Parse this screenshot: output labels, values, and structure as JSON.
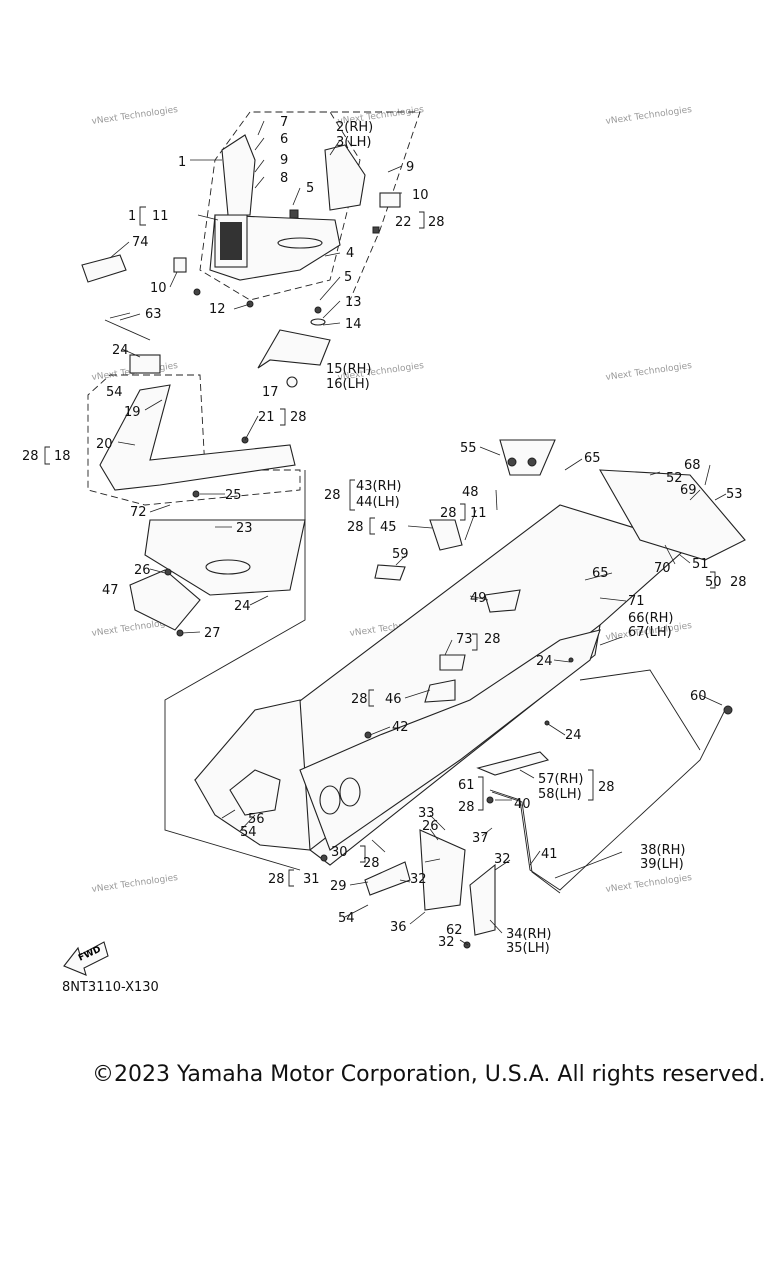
{
  "diagram": {
    "drawing_code": "8NT3110-X130",
    "copyright": "©2023 Yamaha Motor Corporation, U.S.A. All rights reserved.",
    "fwd_label": "FWD",
    "watermark": "vNext Technologies",
    "callouts": {
      "c1": "1",
      "c2rh": "2(RH)",
      "c3lh": "3(LH)",
      "c4": "4",
      "c5a": "5",
      "c5b": "5",
      "c6": "6",
      "c7": "7",
      "c8": "8",
      "c9a": "9",
      "c9b": "9",
      "c10a": "10",
      "c10b": "10",
      "c1_11a": "1",
      "c1_11b": "11",
      "c12": "12",
      "c13": "13",
      "c14": "14",
      "c15rh": "15(RH)",
      "c16lh": "16(LH)",
      "c17": "17",
      "c19": "19",
      "c20": "20",
      "c21": "21",
      "c21_28": "28",
      "c22": "22",
      "c22_28": "28",
      "c23": "23",
      "c24a": "24",
      "c24b": "24",
      "c24c": "24",
      "c24d": "24",
      "c25": "25",
      "c26a": "26",
      "c26b": "26",
      "c27": "27",
      "c28_18a": "28",
      "c28_18b": "18",
      "c28_43": "28",
      "c43rh": "43(RH)",
      "c44lh": "44(LH)",
      "c28_45": "28",
      "c45": "45",
      "c28_11": "28",
      "c11_b": "11",
      "c28_46": "28",
      "c46": "46",
      "c28_31": "28",
      "c31": "31",
      "c29": "29",
      "c30": "30",
      "c30_28": "28",
      "c32a": "32",
      "c32b": "32",
      "c32c": "32",
      "c33": "33",
      "c34rh": "34(RH)",
      "c35lh": "35(LH)",
      "c36": "36",
      "c37": "37",
      "c38rh": "38(RH)",
      "c39lh": "39(LH)",
      "c40": "40",
      "c41": "41",
      "c42": "42",
      "c47": "47",
      "c48": "48",
      "c49": "49",
      "c50": "50",
      "c50_28": "28",
      "c51": "51",
      "c52": "52",
      "c53": "53",
      "c54a": "54",
      "c54b": "54",
      "c54c": "54",
      "c55": "55",
      "c56": "56",
      "c57rh": "57(RH)",
      "c58lh": "58(LH)",
      "c57_28": "28",
      "c59": "59",
      "c60": "60",
      "c61": "61",
      "c61_28": "28",
      "c62": "62",
      "c63": "63",
      "c65a": "65",
      "c65b": "65",
      "c66rh": "66(RH)",
      "c67lh": "67(LH)",
      "c68": "68",
      "c69": "69",
      "c70": "70",
      "c71": "71",
      "c72": "72",
      "c73": "73",
      "c73_28": "28",
      "c74": "74"
    }
  }
}
